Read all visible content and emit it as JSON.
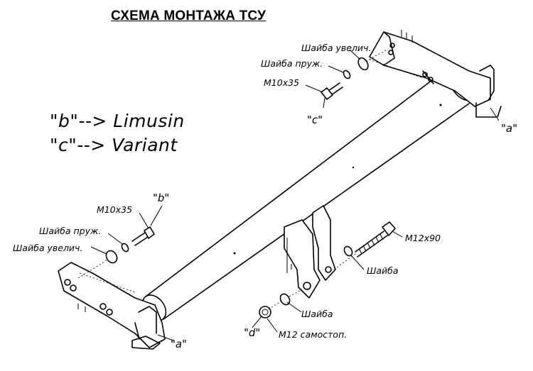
{
  "title": "СХЕМА МОНТАЖА ТСУ",
  "legend": {
    "b": "\"b\"--> Limusin",
    "c": "\"c\"--> Variant"
  },
  "labels": {
    "top_washer_large": "Шайба увелич.",
    "top_washer_spring": "Шайба пруж.",
    "top_bolt": "M10x35",
    "top_mark_c": "\"c\"",
    "right_mark_a": "\"a\"",
    "left_bolt": "M10x35",
    "left_mark_b": "\"b\"",
    "left_washer_spring": "Шайба пруж.",
    "left_washer_large": "Шайба увелич.",
    "bolt_m12": "M12x90",
    "washer_right": "Шайба",
    "washer_lower": "Шайба",
    "nut": "M12 самостоп.",
    "mark_d": "\"d\"",
    "bottom_mark_a": "\"a\""
  }
}
